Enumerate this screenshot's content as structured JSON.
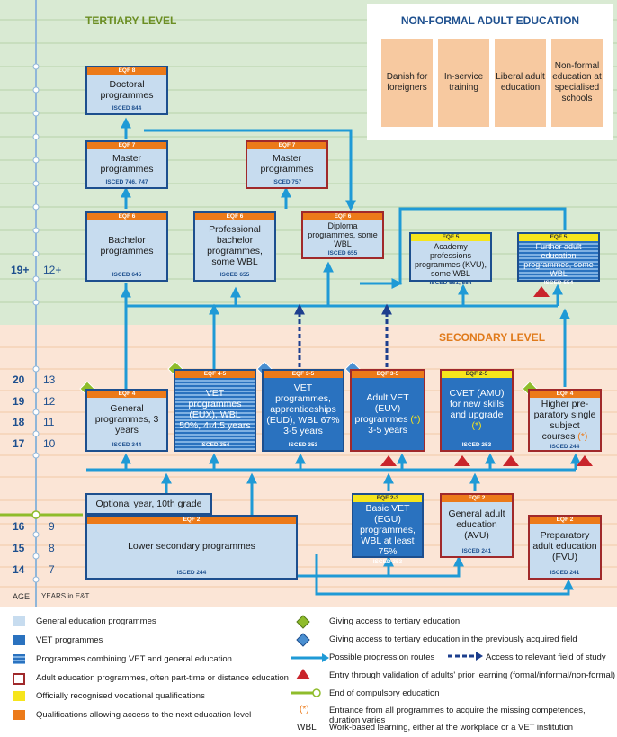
{
  "levels": {
    "tertiary": "TERTIARY LEVEL",
    "secondary": "SECONDARY LEVEL",
    "non_formal": "NON-FORMAL ADULT EDUCATION"
  },
  "non_formal_items": [
    "Danish for foreigners",
    "In-service training",
    "Liberal adult education",
    "Non-formal education at specialised schools"
  ],
  "programmes": {
    "doctoral": {
      "eqf": "EQF 8",
      "name": "Doctoral programmes",
      "isced": "ISCED 844"
    },
    "master1": {
      "eqf": "EQF 7",
      "name": "Master programmes",
      "isced": "ISCED 746, 747"
    },
    "master2": {
      "eqf": "EQF 7",
      "name": "Master programmes",
      "isced": "ISCED 757"
    },
    "bachelor": {
      "eqf": "EQF 6",
      "name": "Bachelor programmes",
      "isced": "ISCED 645"
    },
    "prof_bachelor": {
      "eqf": "EQF 6",
      "name": "Professional bachelor programmes, some WBL",
      "isced": "ISCED 655"
    },
    "diploma": {
      "eqf": "EQF 6",
      "name": "Diploma programmes, some WBL",
      "isced": "ISCED 655"
    },
    "academy": {
      "eqf": "EQF 5",
      "name": "Academy professions programmes (KVU), some WBL",
      "isced": "ISCED 551, 554"
    },
    "further_adult": {
      "eqf": "EQF 5",
      "name": "Further adult education programmes, some WBL",
      "isced": "ISCED 554"
    },
    "general": {
      "eqf": "EQF 4",
      "name": "General programmes, 3 years",
      "isced": "ISCED 344"
    },
    "eux": {
      "eqf": "EQF 4-5",
      "name": "VET programmes (EUX), WBL 50%, 4-4.5 years",
      "isced": "ISCED 354"
    },
    "eud": {
      "eqf": "EQF 3-5",
      "name": "VET programmes, apprenticeships (EUD), WBL 67% 3-5 years",
      "isced": "ISCED 353"
    },
    "euv": {
      "eqf": "EQF 3-5",
      "name": "Adult VET (EUV) programmes",
      "note": "3-5 years"
    },
    "cvet": {
      "eqf": "EQF 2-5",
      "name": "CVET (AMU) for new skills and upgrade",
      "isced": "ISCED 253"
    },
    "higher_prep": {
      "eqf": "EQF 4",
      "name": "Higher pre-paratory single subject courses",
      "isced": "ISCED 244"
    },
    "optional": {
      "name": "Optional year, 10th grade"
    },
    "lower_sec": {
      "eqf": "EQF 2",
      "name": "Lower secondary programmes",
      "isced": "ISCED 244"
    },
    "basic_vet": {
      "eqf": "EQF 2-3",
      "name": "Basic VET (EGU) programmes, WBL at least 75%",
      "isced": "ISCED 353"
    },
    "general_adult": {
      "eqf": "EQF 2",
      "name": "General adult education (AVU)",
      "isced": "ISCED 241"
    },
    "preparatory": {
      "eqf": "EQF 2",
      "name": "Preparatory adult education (FVU)",
      "isced": "ISCED 241"
    }
  },
  "asterisk": "(*)",
  "age_axis": {
    "ages": [
      "19+",
      "20",
      "19",
      "18",
      "17",
      "16",
      "15",
      "14"
    ],
    "years": [
      "12+",
      "13",
      "12",
      "11",
      "10",
      "9",
      "8",
      "7"
    ],
    "age_label": "AGE",
    "years_label": "YEARS in E&T"
  },
  "legend": {
    "left": [
      "General education programmes",
      "VET programmes",
      "Programmes combining VET and general education",
      "Adult education programmes, often part-time or distance education",
      "Officially recognised vocational qualifications",
      "Qualifications allowing access to the next education level"
    ],
    "right": [
      "Giving access to tertiary education",
      "Giving access to tertiary education in the previously acquired field",
      "Possible progression routes",
      "Access to relevant field of study",
      "Entry through validation of adults' prior learning (formal/informal/non-formal)",
      "End of compulsory education",
      "Entrance from all programmes to acquire the missing competences, duration varies",
      "Work-based learning, either at the workplace or a VET institution"
    ],
    "wbl": "WBL"
  },
  "colors": {
    "tertiary_bg": "#d9ead3",
    "secondary_bg": "#fbe5d6",
    "blue": "#2a72bf",
    "navy": "#1d4f8e",
    "light_blue": "#c7dcef",
    "orange": "#ec7a19",
    "yellow": "#f6e51c",
    "red": "#c9252c",
    "green": "#8fbc2b",
    "arrow": "#1f9ad6"
  }
}
